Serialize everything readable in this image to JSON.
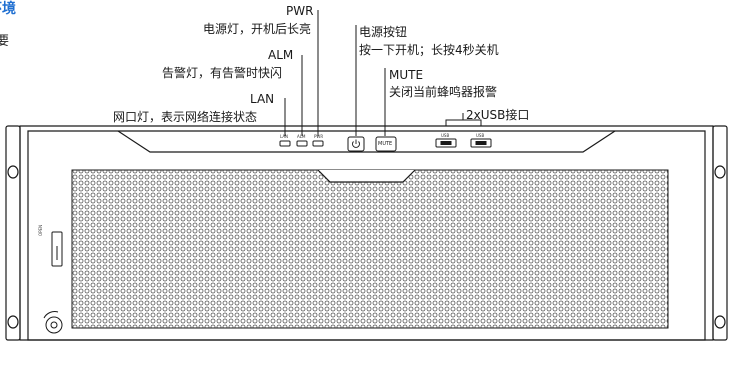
{
  "header": {
    "title_fragment": "环境",
    "side_fragment": "要"
  },
  "callouts": {
    "pwr": {
      "name": "PWR",
      "desc": "电源灯，开机后长亮"
    },
    "alm": {
      "name": "ALM",
      "desc": "告警灯，有告警时快闪"
    },
    "lan": {
      "name": "LAN",
      "desc": "网口灯，表示网络连接状态"
    },
    "power_button": {
      "name": "电源按钮",
      "desc": "按一下开机；长按4秒关机"
    },
    "mute": {
      "name": "MUTE",
      "desc": "关闭当前蜂鸣器报警"
    },
    "usb": {
      "name": "2xUSB接口"
    }
  },
  "panel": {
    "led_labels": [
      "LAN",
      "ALM",
      "PWR"
    ],
    "mute_button_label": "MUTE",
    "usb_port_labels": [
      "USB",
      "USB"
    ],
    "lock_label": "OPEN"
  },
  "colors": {
    "title": "#1f6fd1",
    "line": "#1a1a1a",
    "mesh": "#555555"
  }
}
